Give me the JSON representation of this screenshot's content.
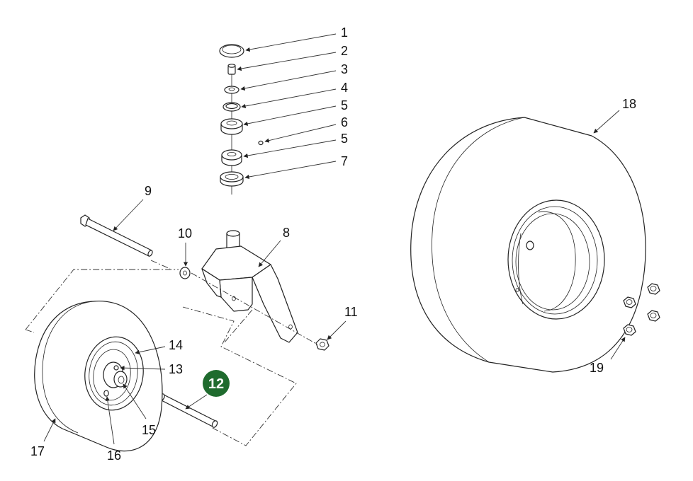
{
  "callouts": {
    "c1": "1",
    "c2": "2",
    "c3": "3",
    "c4": "4",
    "c5a": "5",
    "c6": "6",
    "c5b": "5",
    "c7": "7",
    "c8": "8",
    "c9": "9",
    "c10": "10",
    "c11": "11",
    "c12": "12",
    "c13": "13",
    "c14": "14",
    "c15": "15",
    "c16": "16",
    "c17": "17",
    "c18": "18",
    "c19": "19"
  },
  "highlight": {
    "part": "12",
    "color": "#1f6b2e"
  }
}
